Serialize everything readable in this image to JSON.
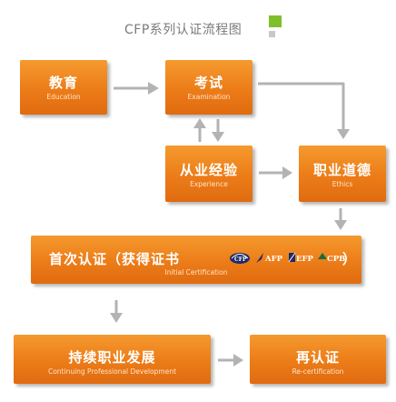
{
  "title": "CFP系列认证流程图",
  "colors": {
    "box_orange": "#ec7c18",
    "arrow_gray": "#b3b3b3",
    "title_gray": "#7a7a7a",
    "accent_green": "#7fbf2a"
  },
  "nodes": {
    "education": {
      "cn": "教育",
      "en": "Education"
    },
    "examination": {
      "cn": "考试",
      "en": "Examination"
    },
    "experience": {
      "cn": "从业经验",
      "en": "Experience"
    },
    "ethics": {
      "cn": "职业道德",
      "en": "Ethics"
    },
    "initial_certification": {
      "cn": "首次认证（获得证书",
      "close_paren": "）",
      "en": "Initial Certification",
      "logos": [
        "CFP",
        "AFP",
        "EFP",
        "CPB"
      ]
    },
    "cpd": {
      "cn": "持续职业发展",
      "en": "Continuing Professional Development"
    },
    "recertification": {
      "cn": "再认证",
      "en": "Re-certification"
    }
  }
}
